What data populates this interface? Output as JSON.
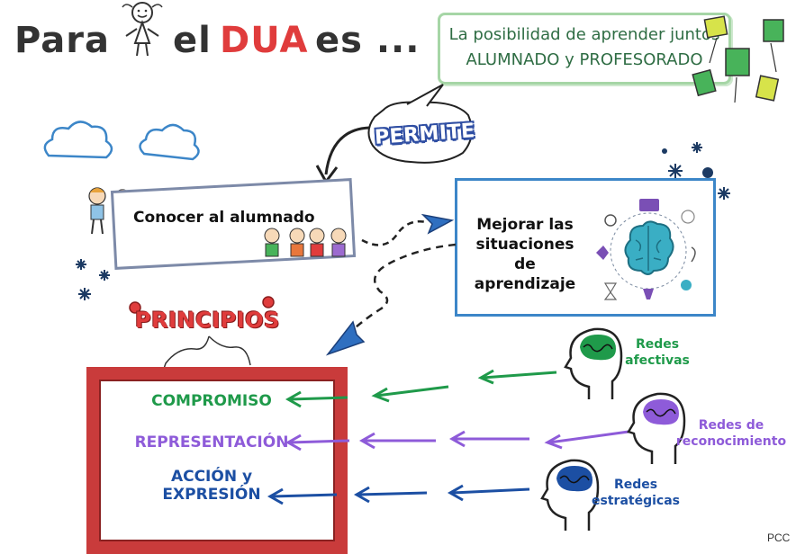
{
  "title": {
    "part1": "Para",
    "part2": "el",
    "part3": "DUA",
    "part4": "es ..."
  },
  "goal": {
    "line1": "La posibilidad de aprender juntos",
    "line2": "ALUMNADO y PROFESORADO"
  },
  "permite": "PERMITE",
  "know": "Conocer al alumnado",
  "improve": {
    "line1": "Mejorar las",
    "line2": "situaciones de",
    "line3": "aprendizaje"
  },
  "principles_title": "PRINCIPIOS",
  "principles": [
    {
      "label": "COMPROMISO"
    },
    {
      "label": "REPRESENTACIÓN"
    },
    {
      "label1": "ACCIÓN y",
      "label2": "EXPRESIÓN"
    }
  ],
  "networks": [
    {
      "line1": "Redes",
      "line2": "afectivas"
    },
    {
      "line1": "Redes de",
      "line2": "reconocimiento"
    },
    {
      "line1": "Redes",
      "line2": "estratégicas"
    }
  ],
  "credit": "PCC",
  "colors": {
    "affective": "#1f9a4a",
    "recognition": "#8e5bd9",
    "strategic": "#1c4fa3",
    "red": "#e03c3c",
    "frame": "#c93b3b",
    "blue": "#3c86c8",
    "goal_border": "#a6d6a6"
  }
}
